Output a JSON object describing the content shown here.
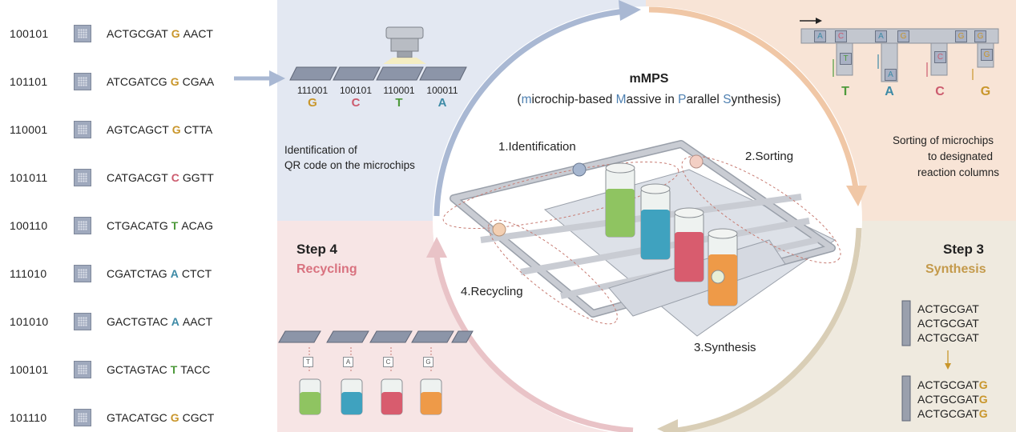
{
  "sequences": [
    {
      "id": "100101",
      "left": "ACTGCGAT",
      "base": "G",
      "right": "AACT"
    },
    {
      "id": "101101",
      "left": "ATCGATCG",
      "base": "G",
      "right": "CGAA"
    },
    {
      "id": "110001",
      "left": "AGTCAGCT",
      "base": "G",
      "right": "CTTA"
    },
    {
      "id": "101011",
      "left": "CATGACGT",
      "base": "C",
      "right": "GGTT"
    },
    {
      "id": "100110",
      "left": "CTGACATG",
      "base": "T",
      "right": "ACAG"
    },
    {
      "id": "111010",
      "left": "CGATCTAG",
      "base": "A",
      "right": "CTCT"
    },
    {
      "id": "101010",
      "left": "GACTGTAC",
      "base": "A",
      "right": "AACT"
    },
    {
      "id": "100101",
      "left": "GCTAGTAC",
      "base": "T",
      "right": "TACC"
    },
    {
      "id": "101110",
      "left": "GTACATGC",
      "base": "G",
      "right": "CGCT"
    }
  ],
  "base_colors": {
    "G": "#c9962b",
    "C": "#cc5b6e",
    "T": "#4e9a3c",
    "A": "#3d8aa6"
  },
  "identification": {
    "caption_line1": "Identification of",
    "caption_line2": "QR code on the microchips",
    "chips": [
      {
        "code": "111001",
        "base": "G"
      },
      {
        "code": "100101",
        "base": "C"
      },
      {
        "code": "110001",
        "base": "T"
      },
      {
        "code": "100011",
        "base": "A"
      }
    ]
  },
  "center": {
    "title": "mMPS",
    "subtitle_parts": [
      {
        "text": "(",
        "hl": false
      },
      {
        "text": "m",
        "hl": true
      },
      {
        "text": "icrochip-based ",
        "hl": false
      },
      {
        "text": "M",
        "hl": true
      },
      {
        "text": "assive in ",
        "hl": false
      },
      {
        "text": "P",
        "hl": true
      },
      {
        "text": "arallel ",
        "hl": false
      },
      {
        "text": "S",
        "hl": true
      },
      {
        "text": "ynthesis)",
        "hl": false
      }
    ],
    "steps": {
      "identification": "1.Identification",
      "sorting": "2.Sorting",
      "synthesis": "3.Synthesis",
      "recycling": "4.Recycling"
    }
  },
  "sorting": {
    "caption_line1": "Sorting of microchips",
    "caption_line2": "to designated",
    "caption_line3": "reaction columns",
    "track_chips": [
      "A",
      "C",
      "A",
      "G",
      "G",
      "G"
    ],
    "drop_chips": [
      "T",
      "A",
      "C",
      "G"
    ],
    "bases": [
      "T",
      "A",
      "C",
      "G"
    ]
  },
  "step3": {
    "heading": "Step 3",
    "label": "Synthesis",
    "seq": "ACTGCGAT",
    "added": "G"
  },
  "step4": {
    "heading": "Step 4",
    "label": "Recycling",
    "chips": [
      "T",
      "A",
      "C",
      "G"
    ]
  },
  "colors": {
    "panel_blue": "#e3e8f2",
    "panel_peach": "#f8e4d6",
    "panel_pink": "#f7e5e5",
    "panel_beige": "#efeadf",
    "arrow_blue": "#a9b8d3",
    "arrow_peach": "#f0c7a6",
    "arrow_pink": "#e9c3c7",
    "arrow_beige": "#d9ceb6",
    "synthesis_gold": "#c49a4b",
    "recycling_red": "#d9727f"
  }
}
